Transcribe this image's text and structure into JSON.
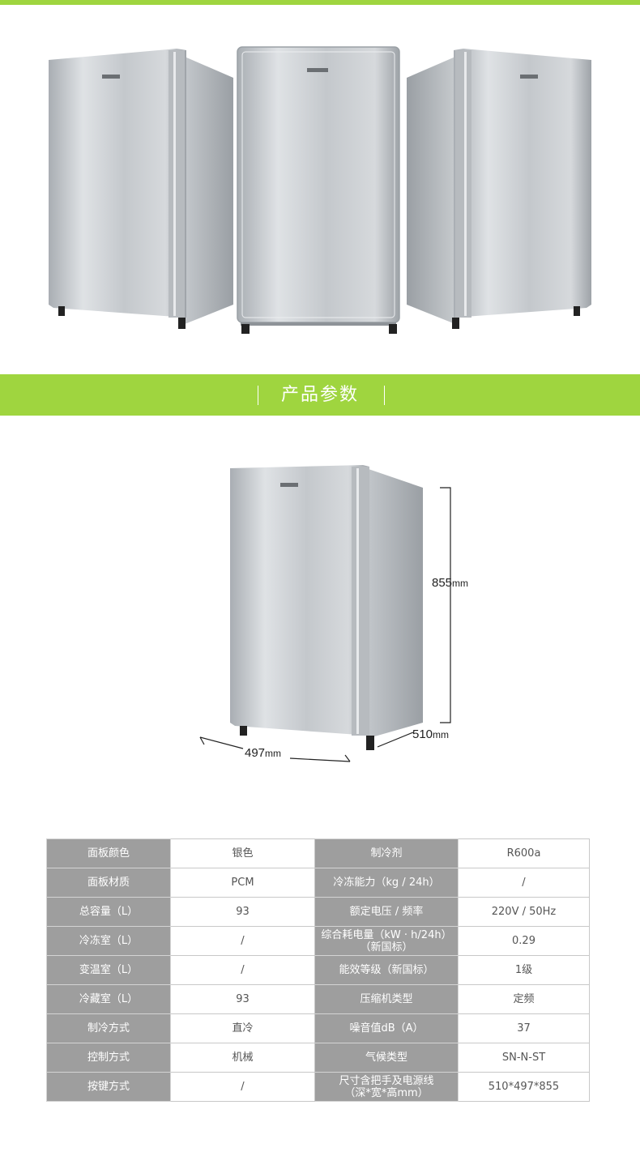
{
  "banner": {
    "title": "产品参数"
  },
  "dimensions": {
    "height": {
      "value": "855",
      "unit": "mm"
    },
    "depth": {
      "value": "510",
      "unit": "mm"
    },
    "width": {
      "value": "497",
      "unit": "mm"
    }
  },
  "colors": {
    "accent": "#9fd53f",
    "key_cell": "#9e9e9e"
  },
  "specs": [
    {
      "k1": "面板颜色",
      "v1": "银色",
      "k2": "制冷剂",
      "v2": "R600a"
    },
    {
      "k1": "面板材质",
      "v1": "PCM",
      "k2": "冷冻能力（kg / 24h）",
      "v2": "/"
    },
    {
      "k1": "总容量（L）",
      "v1": "93",
      "k2": "额定电压 / 频率",
      "v2": "220V / 50Hz"
    },
    {
      "k1": "冷冻室（L）",
      "v1": "/",
      "k2": "综合耗电量（kW · h/24h）\n（新国标）",
      "v2": "0.29"
    },
    {
      "k1": "变温室（L）",
      "v1": "/",
      "k2": "能效等级（新国标）",
      "v2": "1级"
    },
    {
      "k1": "冷藏室（L）",
      "v1": "93",
      "k2": "压缩机类型",
      "v2": "定频"
    },
    {
      "k1": "制冷方式",
      "v1": "直冷",
      "k2": "噪音值dB（A）",
      "v2": "37"
    },
    {
      "k1": "控制方式",
      "v1": "机械",
      "k2": "气候类型",
      "v2": "SN-N-ST"
    },
    {
      "k1": "按键方式",
      "v1": "/",
      "k2": "尺寸含把手及电源线\n（深*宽*高mm）",
      "v2": "510*497*855"
    }
  ]
}
